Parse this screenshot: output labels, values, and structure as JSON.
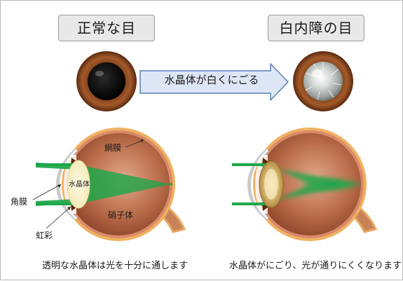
{
  "titles": {
    "normal": "正常な目",
    "cataract": "白内障の目"
  },
  "arrow": {
    "label": "水晶体が白くにごる"
  },
  "labels": {
    "retina": "網膜",
    "lens": "水晶体",
    "cornea": "角膜",
    "vitreous": "硝子体",
    "iris": "虹彩"
  },
  "captions": {
    "normal": "透明な水晶体は光を十分に通します",
    "cataract": "水晶体がにごり、光が通りにくくなります"
  },
  "colors": {
    "iris_brown": "#8a4a22",
    "eyeball_fill": "#a55a3c",
    "sclera_orange": "#f0b060",
    "light_beam": "#1fa64a",
    "arrow_fill": "#dde6f4",
    "arrow_border": "#5b7fb8"
  }
}
